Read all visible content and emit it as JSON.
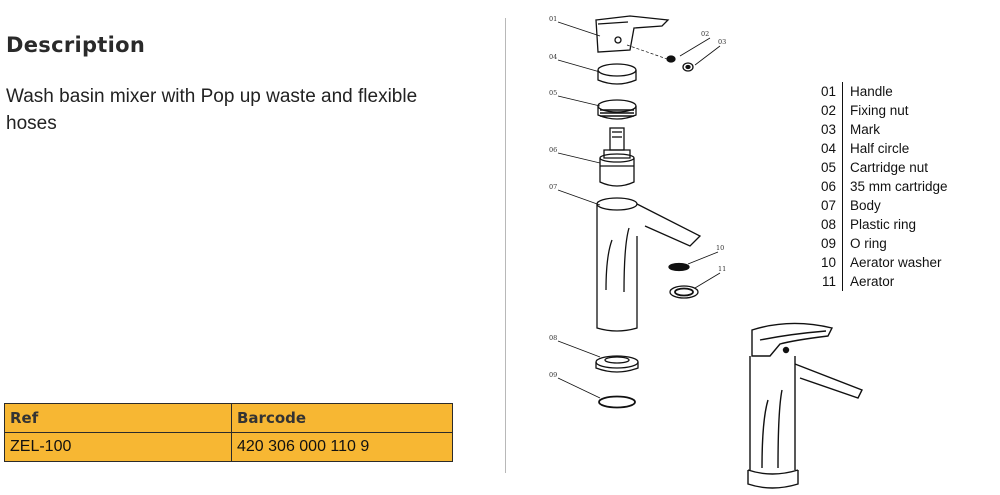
{
  "description": {
    "heading": "Description",
    "text": "Wash basin mixer with Pop up waste and flexible hoses"
  },
  "table": {
    "headers": [
      "Ref",
      "Barcode"
    ],
    "rows": [
      [
        "ZEL-100",
        "420 306 000 110 9"
      ]
    ]
  },
  "diagram": {
    "callouts": [
      "01",
      "02",
      "03",
      "04",
      "05",
      "06",
      "07",
      "10",
      "11",
      "08",
      "09"
    ]
  },
  "parts": [
    {
      "num": "01",
      "name": "Handle"
    },
    {
      "num": "02",
      "name": "Fixing nut"
    },
    {
      "num": "03",
      "name": "Mark"
    },
    {
      "num": "04",
      "name": "Half circle"
    },
    {
      "num": "05",
      "name": "Cartridge nut"
    },
    {
      "num": "06",
      "name": "35 mm cartridge"
    },
    {
      "num": "07",
      "name": "Body"
    },
    {
      "num": "08",
      "name": "Plastic ring"
    },
    {
      "num": "09",
      "name": "O ring"
    },
    {
      "num": "10",
      "name": "Aerator washer"
    },
    {
      "num": "11",
      "name": "Aerator"
    }
  ],
  "colors": {
    "table_fill": "#f7b733",
    "line": "#111111"
  }
}
